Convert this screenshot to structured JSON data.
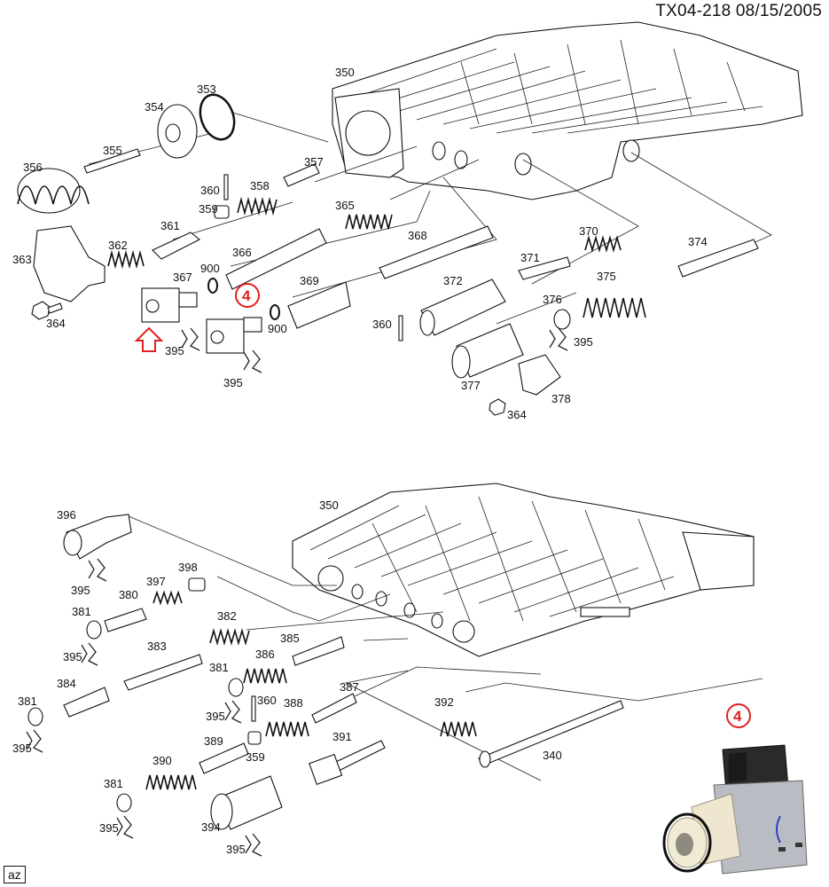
{
  "header": {
    "document_id": "TX04-218  08/15/2005"
  },
  "footer": {
    "tag": "az"
  },
  "callout": {
    "number": "4",
    "description": "Shift solenoid highlighted"
  },
  "top_diagram": {
    "labels": [
      "350",
      "353",
      "354",
      "355",
      "356",
      "357",
      "358",
      "359",
      "360",
      "361",
      "362",
      "363",
      "364",
      "365",
      "366",
      "367",
      "368",
      "369",
      "370",
      "371",
      "372",
      "374",
      "375",
      "376",
      "377",
      "378",
      "900",
      "900",
      "395",
      "395",
      "395",
      "360",
      "364"
    ]
  },
  "bottom_diagram": {
    "labels": [
      "350",
      "396",
      "395",
      "397",
      "398",
      "380",
      "381",
      "395",
      "382",
      "383",
      "384",
      "381",
      "395",
      "385",
      "386",
      "381",
      "395",
      "360",
      "387",
      "388",
      "389",
      "359",
      "390",
      "381",
      "395",
      "391",
      "392",
      "340",
      "394",
      "395"
    ]
  },
  "colors": {
    "callout": "#e02020",
    "ink": "#111111"
  }
}
